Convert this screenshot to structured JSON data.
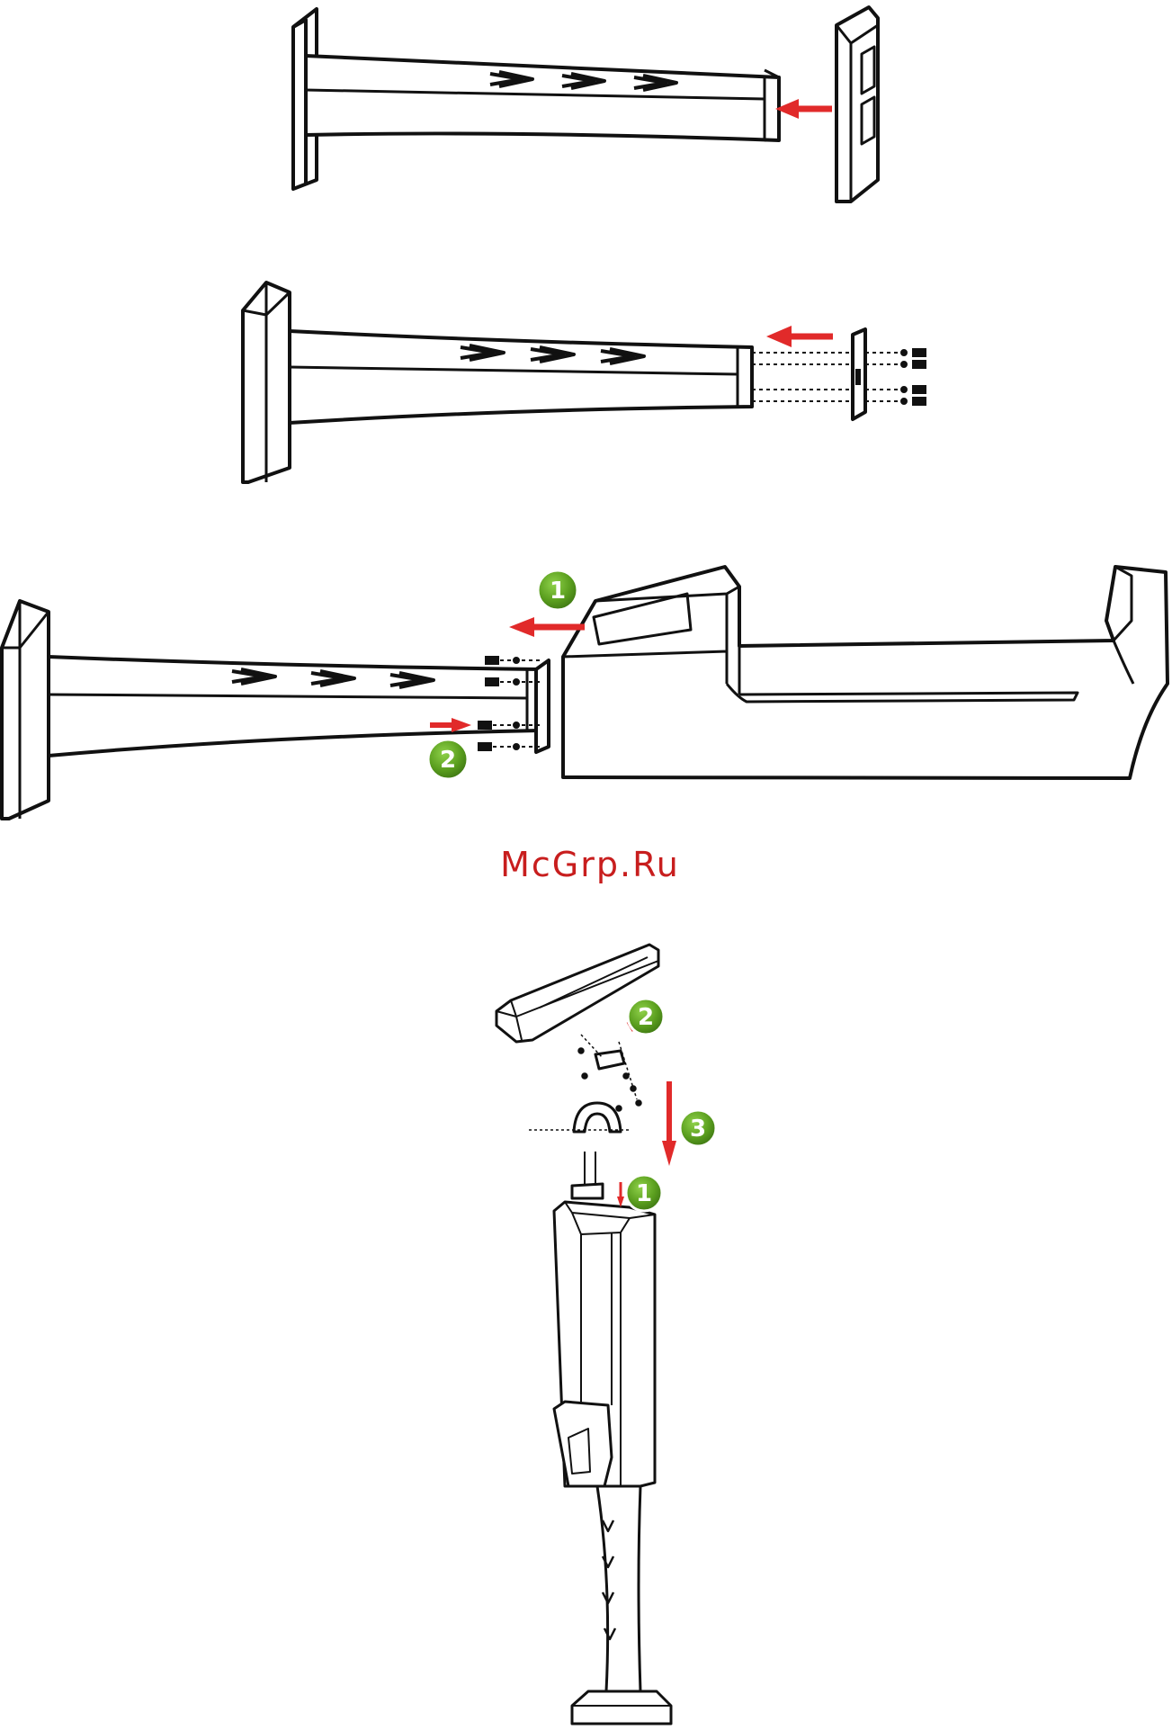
{
  "watermark": "McGrp.Ru",
  "colors": {
    "line": "#111111",
    "arrow": "#e12a2a",
    "badge": "#5a9e1e",
    "badge_dark": "#3c7412",
    "watermark": "#c81e1e"
  },
  "steps": {
    "s3_one": "1",
    "s3_two": "2",
    "s4_one": "1",
    "s4_two": "2",
    "s4_three": "3"
  }
}
